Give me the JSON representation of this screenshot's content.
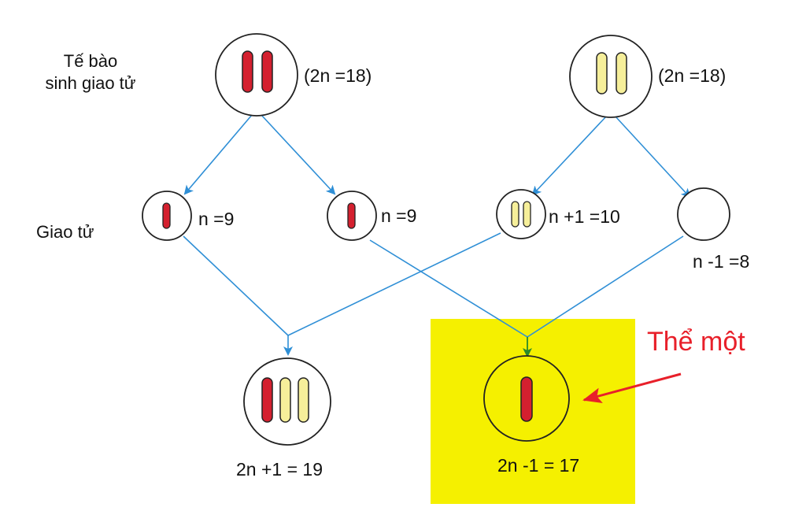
{
  "row_labels": {
    "parent_line1": "Tế bào",
    "parent_line2": "sinh giao tử",
    "gamete": "Giao tử"
  },
  "parents": [
    {
      "label": "(2n =18)",
      "chromosome_color": "red"
    },
    {
      "label": "(2n =18)",
      "chromosome_color": "yellow"
    }
  ],
  "gametes": [
    {
      "label": "n =9"
    },
    {
      "label": "n =9"
    },
    {
      "label": "n +1 =10"
    },
    {
      "label": "n -1 =8"
    }
  ],
  "offspring": [
    {
      "label": "2n +1 = 19"
    },
    {
      "label": "2n -1 = 17",
      "highlighted": true
    }
  ],
  "callout": {
    "text": "Thể một"
  },
  "colors": {
    "arrow": "#2f8fd6",
    "arrow_merge": "#2a8a2a",
    "highlight": "#f5f000",
    "callout": "#e8202a",
    "chromosome_red": "#d4202f",
    "chromosome_yellow": "#f6ef9a"
  }
}
